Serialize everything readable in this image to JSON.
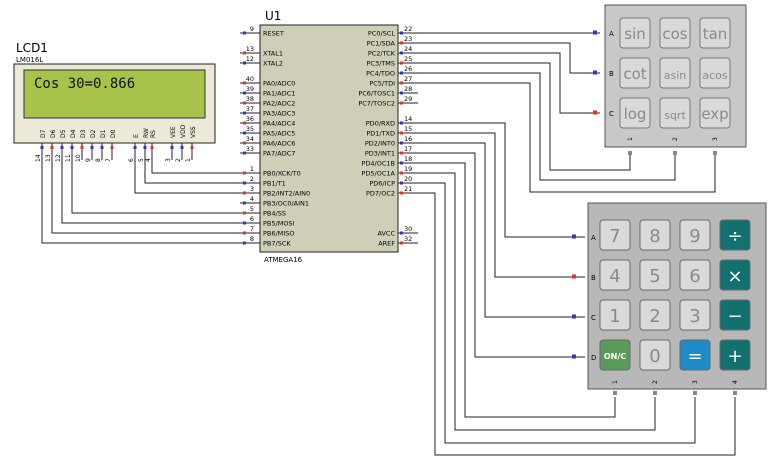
{
  "lcd": {
    "ref": "LCD1",
    "part": "LM016L",
    "display_text": "Cos 30=0.866",
    "pin_labels": [
      "D7",
      "D6",
      "D5",
      "D4",
      "D3",
      "D2",
      "D1",
      "D0",
      "E",
      "RW",
      "RS",
      "VEE",
      "VDD",
      "VSS"
    ],
    "pin_numbers": [
      "14",
      "13",
      "12",
      "11",
      "10",
      "9",
      "8",
      "7",
      "6",
      "5",
      "4",
      "3",
      "2",
      "1"
    ]
  },
  "mcu": {
    "ref": "U1",
    "part": "ATMEGA16",
    "left_pins": [
      {
        "num": "9",
        "label": "RESET"
      },
      {
        "num": "13",
        "label": "XTAL1"
      },
      {
        "num": "12",
        "label": "XTAL2"
      },
      {
        "num": "40",
        "label": "PA0/ADC0"
      },
      {
        "num": "39",
        "label": "PA1/ADC1"
      },
      {
        "num": "38",
        "label": "PA2/ADC2"
      },
      {
        "num": "37",
        "label": "PA3/ADC3"
      },
      {
        "num": "36",
        "label": "PA4/ADC4"
      },
      {
        "num": "35",
        "label": "PA5/ADC5"
      },
      {
        "num": "34",
        "label": "PA6/ADC6"
      },
      {
        "num": "33",
        "label": "PA7/ADC7"
      },
      {
        "num": "1",
        "label": "PB0/XCK/T0"
      },
      {
        "num": "2",
        "label": "PB1/T1"
      },
      {
        "num": "3",
        "label": "PB2/INT2/AIN0"
      },
      {
        "num": "4",
        "label": "PB3/OC0/AIN1"
      },
      {
        "num": "5",
        "label": "PB4/SS"
      },
      {
        "num": "6",
        "label": "PB5/MOSI"
      },
      {
        "num": "7",
        "label": "PB6/MISO"
      },
      {
        "num": "8",
        "label": "PB7/SCK"
      }
    ],
    "right_pins": [
      {
        "num": "22",
        "label": "PC0/SCL"
      },
      {
        "num": "23",
        "label": "PC1/SDA"
      },
      {
        "num": "24",
        "label": "PC2/TCK"
      },
      {
        "num": "25",
        "label": "PC3/TMS"
      },
      {
        "num": "26",
        "label": "PC4/TDO"
      },
      {
        "num": "27",
        "label": "PC5/TDI"
      },
      {
        "num": "28",
        "label": "PC6/TOSC1"
      },
      {
        "num": "29",
        "label": "PC7/TOSC2"
      },
      {
        "num": "14",
        "label": "PD0/RXD"
      },
      {
        "num": "15",
        "label": "PD1/TXD"
      },
      {
        "num": "16",
        "label": "PD2/INT0"
      },
      {
        "num": "17",
        "label": "PD3/INT1"
      },
      {
        "num": "18",
        "label": "PD4/OC1B"
      },
      {
        "num": "19",
        "label": "PD5/OC1A"
      },
      {
        "num": "20",
        "label": "PD6/ICP"
      },
      {
        "num": "21",
        "label": "PD7/OC2"
      },
      {
        "num": "30",
        "label": "AVCC"
      },
      {
        "num": "32",
        "label": "AREF"
      }
    ]
  },
  "keypad_sci": {
    "rows": [
      "A",
      "B",
      "C"
    ],
    "cols": [
      "1",
      "2",
      "3"
    ],
    "keys": [
      [
        "sin",
        "cos",
        "tan"
      ],
      [
        "cot",
        "asin",
        "acos"
      ],
      [
        "log",
        "sqrt",
        "exp"
      ]
    ]
  },
  "keypad_num": {
    "rows": [
      "A",
      "B",
      "C",
      "D"
    ],
    "cols": [
      "1",
      "2",
      "3",
      "4"
    ],
    "keys": [
      [
        "7",
        "8",
        "9",
        "÷"
      ],
      [
        "4",
        "5",
        "6",
        "×"
      ],
      [
        "1",
        "2",
        "3",
        "−"
      ],
      [
        "ON/C",
        "0",
        "=",
        "+"
      ]
    ],
    "colors": {
      "operator": "#127070",
      "equals": "#1e8bc8",
      "clear": "#5a9a5a"
    }
  }
}
